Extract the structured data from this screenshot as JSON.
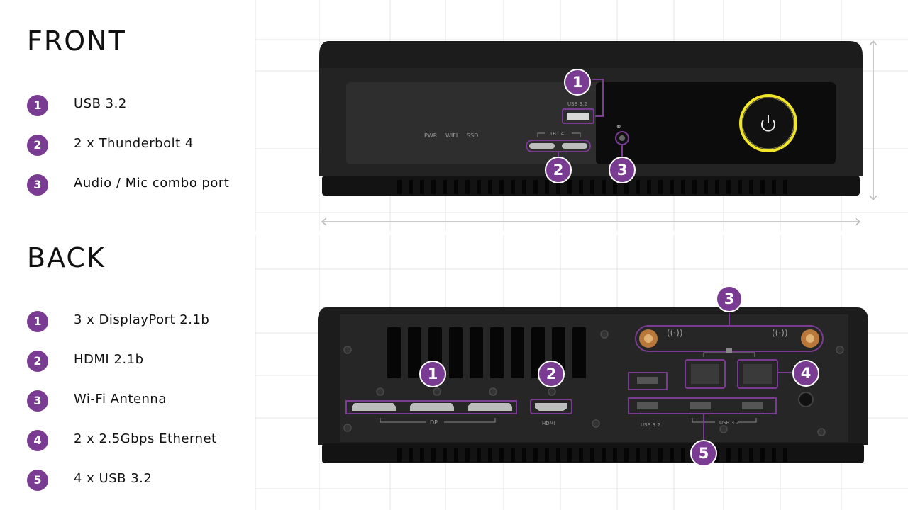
{
  "front": {
    "title": "FRONT",
    "items": [
      {
        "num": "1",
        "label": "USB 3.2"
      },
      {
        "num": "2",
        "label": "2 x Thunderbolt 4"
      },
      {
        "num": "3",
        "label": "Audio / Mic combo port"
      }
    ],
    "panel_labels": {
      "pwr": "PWR",
      "wifi": "WIFI",
      "ssd": "SSD",
      "usb": "USB 3.2",
      "tbt": "TBT 4"
    }
  },
  "back": {
    "title": "BACK",
    "items": [
      {
        "num": "1",
        "label": "3 x DisplayPort 2.1b"
      },
      {
        "num": "2",
        "label": "HDMI 2.1b"
      },
      {
        "num": "3",
        "label": "Wi-Fi Antenna"
      },
      {
        "num": "4",
        "label": "2 x 2.5Gbps Ethernet"
      },
      {
        "num": "5",
        "label": "4 x USB 3.2"
      }
    ],
    "panel_labels": {
      "dp": "DP",
      "hdmi": "HDMI",
      "usb_left": "USB 3.2",
      "usb_right": "USB 3.2"
    }
  },
  "callouts": {
    "front": [
      "1",
      "2",
      "3"
    ],
    "back": [
      "1",
      "2",
      "3",
      "4",
      "5"
    ]
  },
  "colors": {
    "accent": "#7a3b92",
    "power_ring": "#f0e52a",
    "chassis": "#1b1b1b"
  }
}
